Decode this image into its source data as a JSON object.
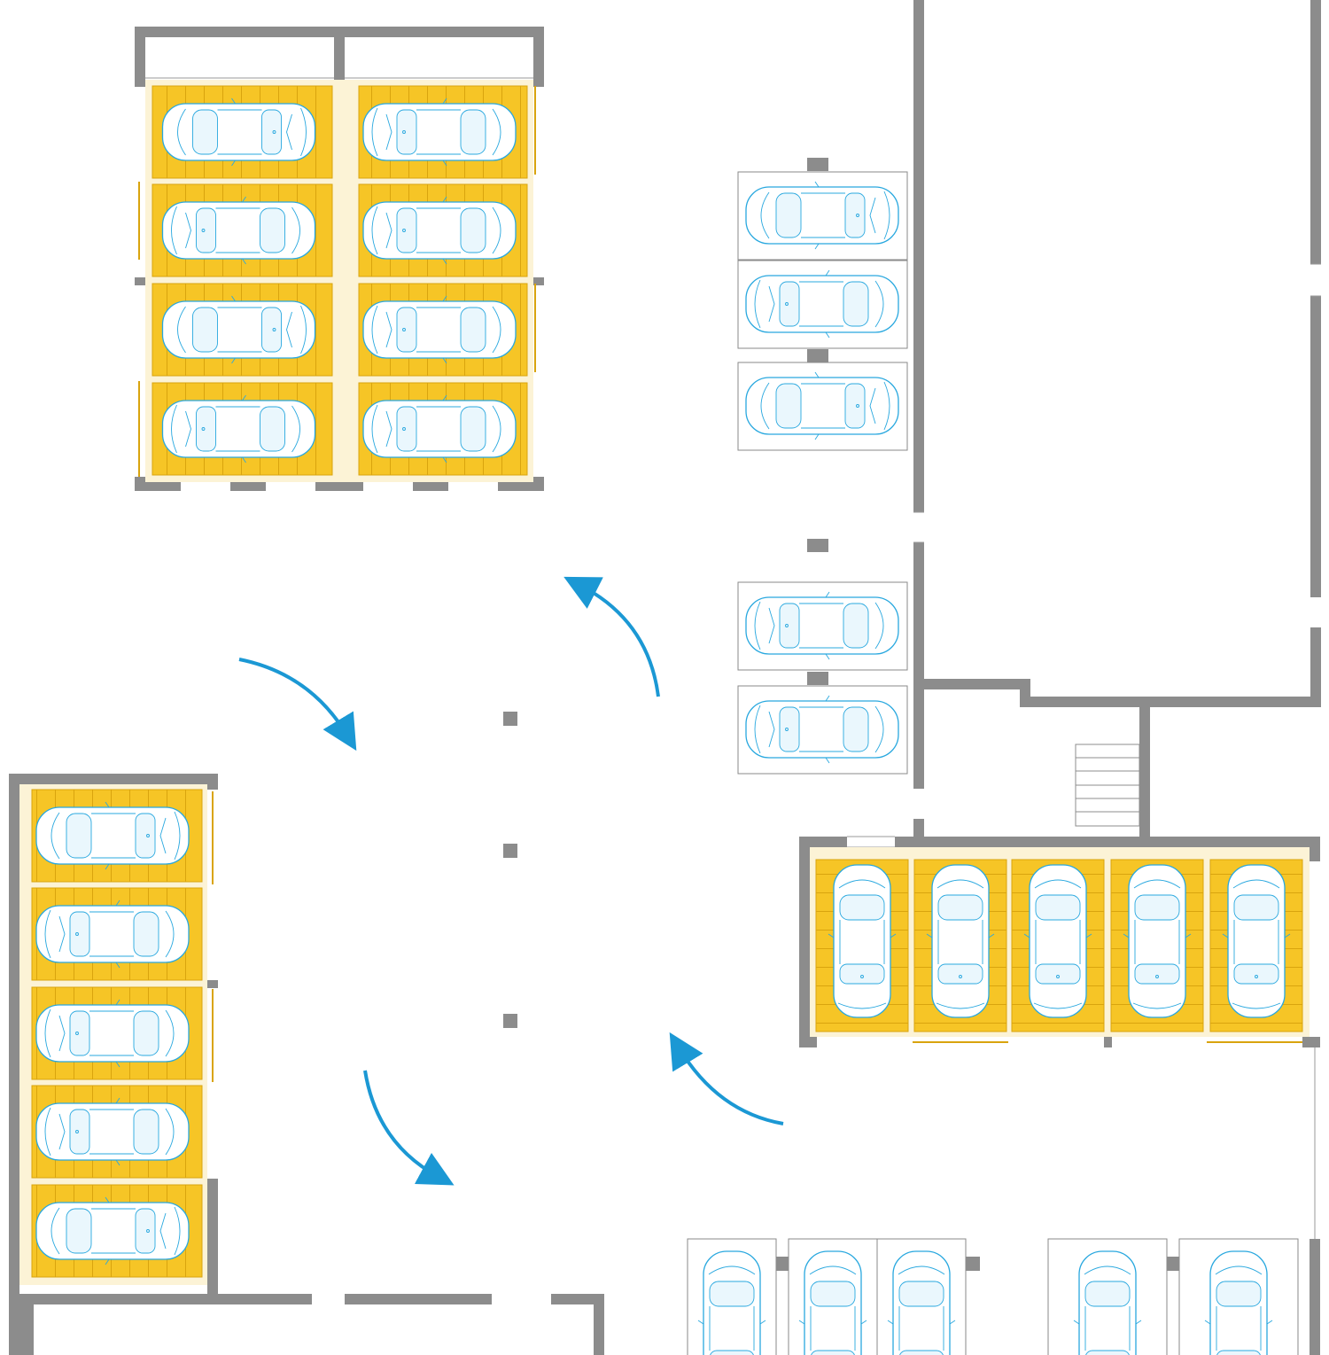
{
  "title": "",
  "colors": {
    "wall": "#8c8c8c",
    "platform": "#f6c526",
    "platform_slat": "#d9a40e",
    "platform_frame": "#fcf3d6",
    "car_outline": "#29a8df",
    "arrow": "#1b98d4",
    "bay_outline": "#8a8a8a",
    "background": "#ffffff"
  },
  "icons": {
    "car": "car-top-view-icon",
    "arrow": "curved-arrow-icon",
    "column": "column-icon",
    "stairs": "stairs-icon"
  },
  "parking_systems": [
    {
      "name": "",
      "orientation": "horizontal",
      "levels": 4,
      "columns": 2,
      "spaces": 8
    },
    {
      "name": "",
      "orientation": "horizontal",
      "levels": 5,
      "columns": 1,
      "spaces": 5
    },
    {
      "name": "",
      "orientation": "vertical",
      "levels": 1,
      "columns": 5,
      "spaces": 5
    }
  ],
  "open_parking": {
    "right_column_spaces": 5,
    "bottom_row_spaces": 5
  },
  "circulation": {
    "direction": "counterclockwise",
    "arrows": 4,
    "columns": 3
  }
}
